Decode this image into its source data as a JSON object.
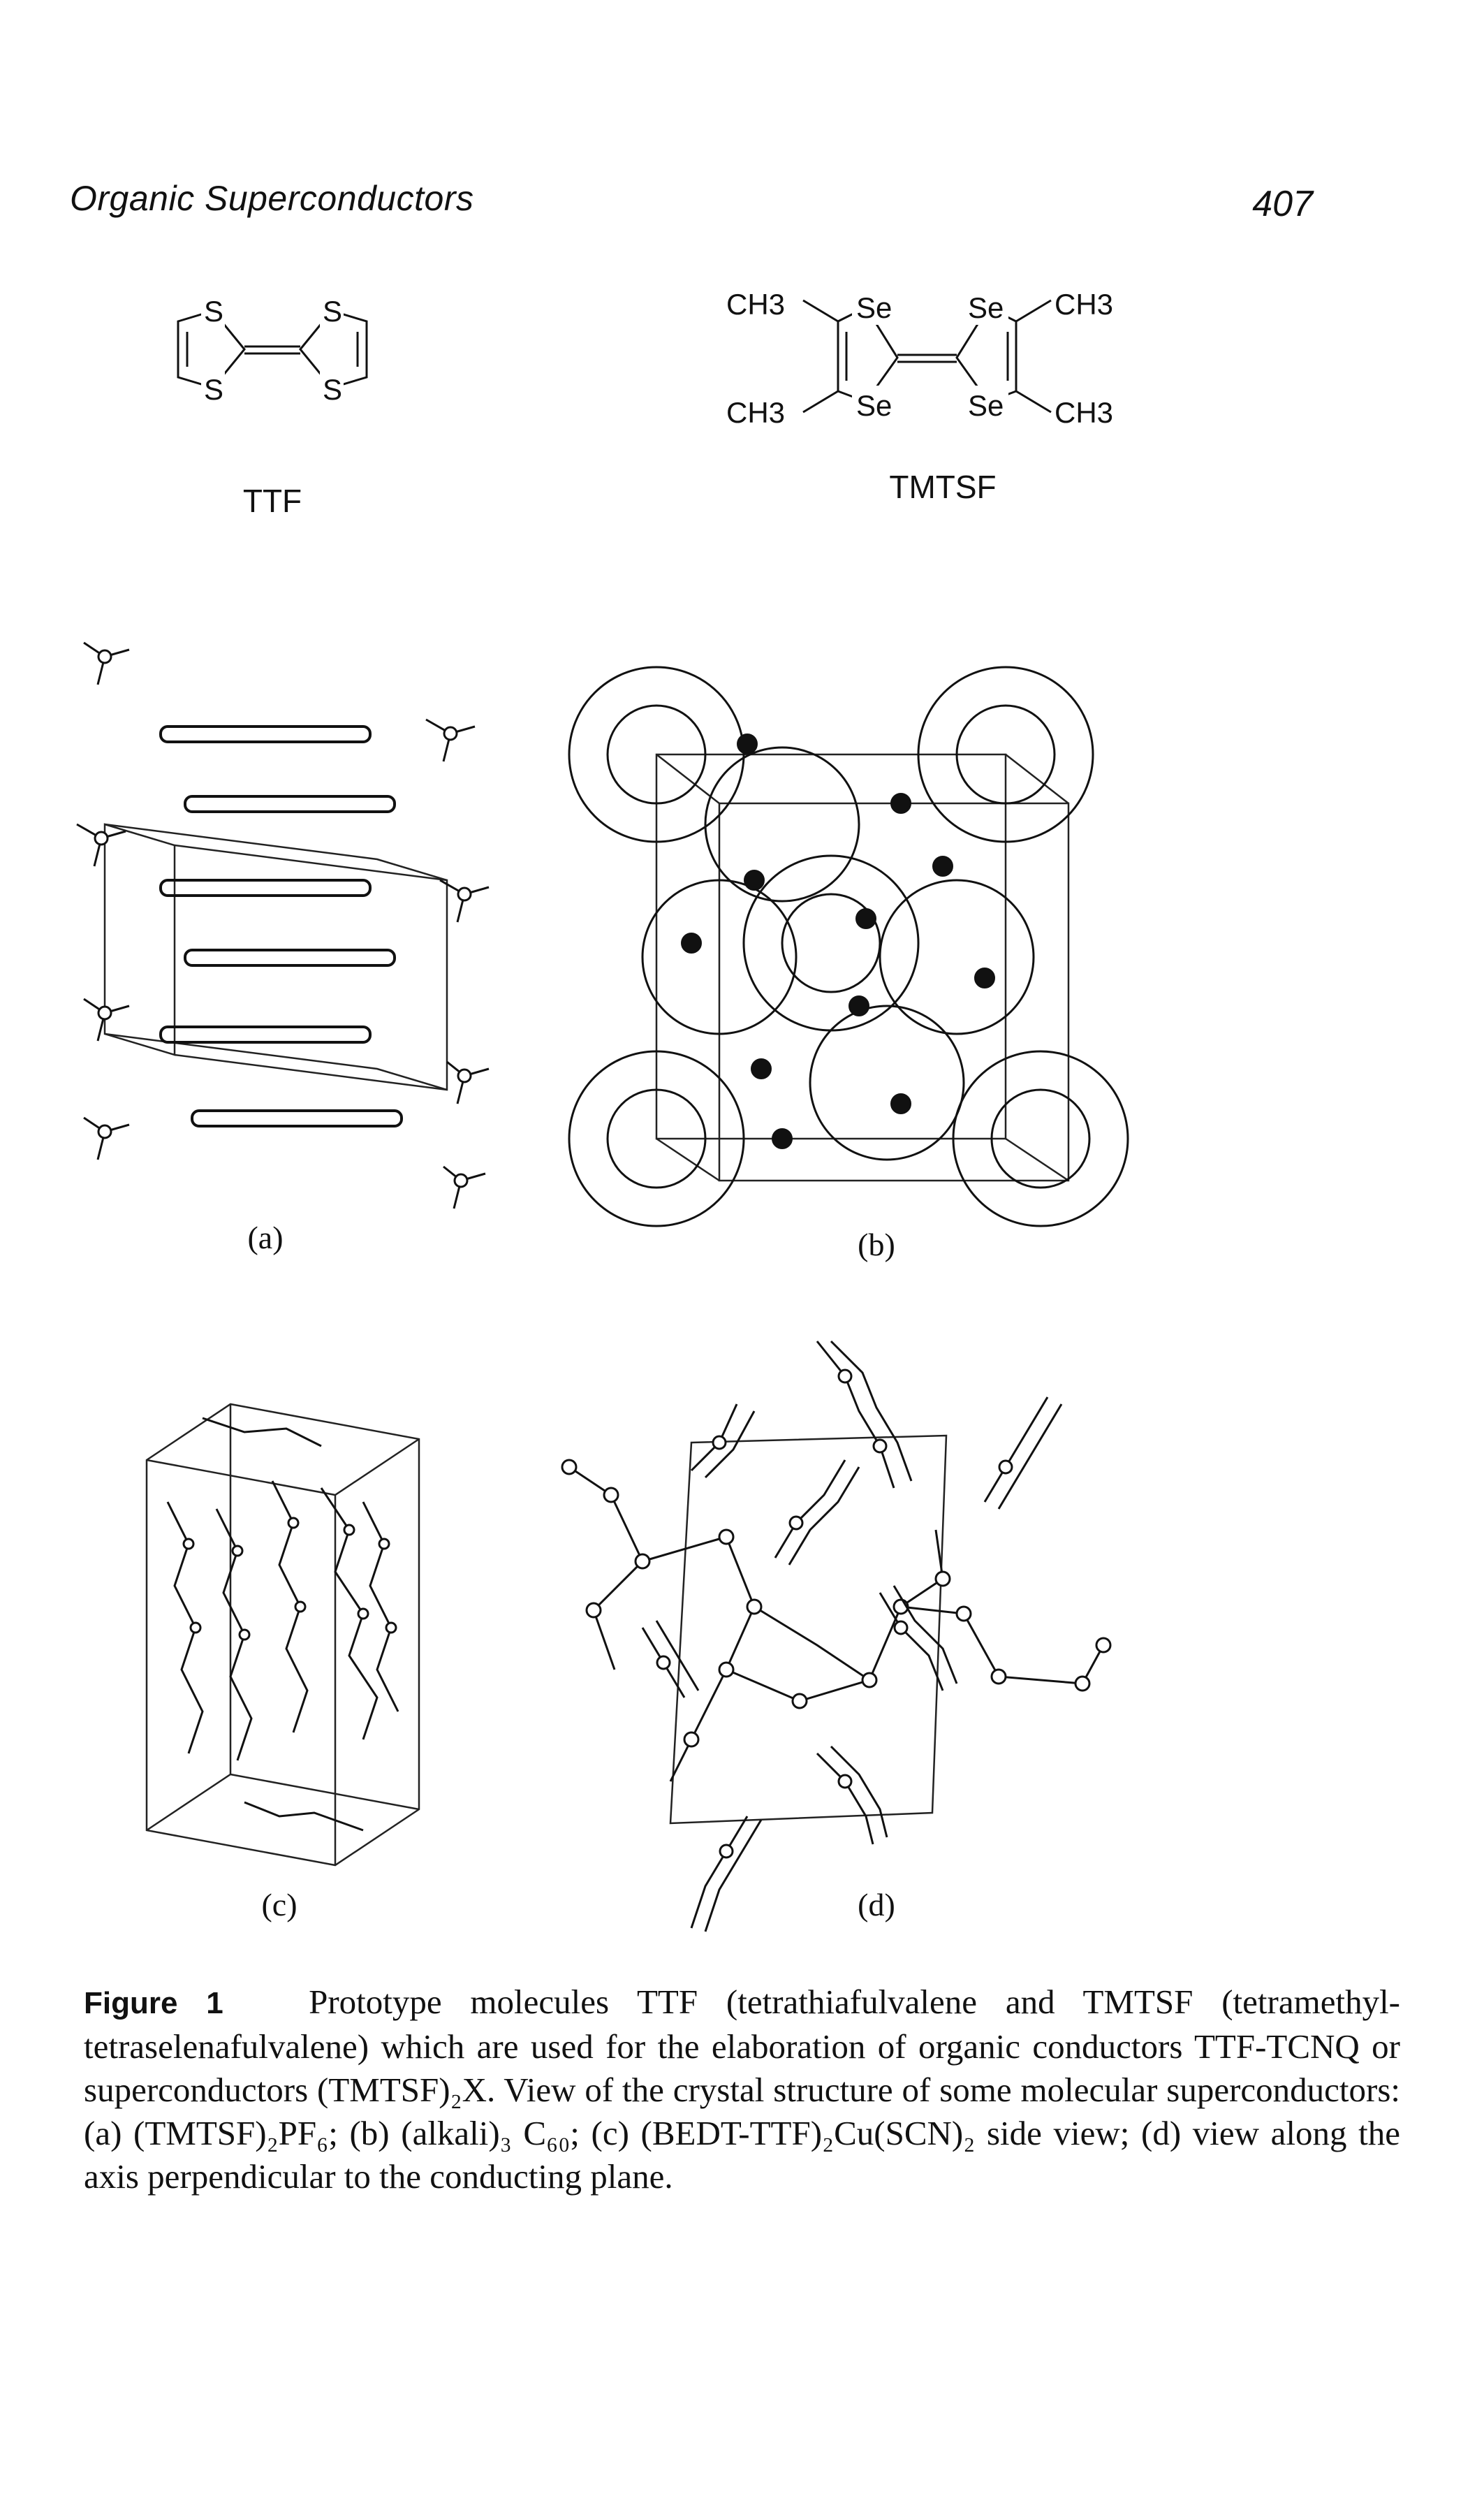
{
  "header": {
    "running_title": "Organic Superconductors",
    "page_number": "407"
  },
  "molecules": {
    "ttf": {
      "label": "TTF",
      "atoms": [
        "S",
        "S",
        "S",
        "S"
      ]
    },
    "tmtsf": {
      "label": "TMTSF",
      "atoms": [
        "CH3",
        "Se",
        "Se",
        "CH3",
        "CH3",
        "Se",
        "Se",
        "CH3"
      ]
    }
  },
  "panels": {
    "a": "(a)",
    "b": "(b)",
    "c": "(c)",
    "d": "(d)"
  },
  "caption": {
    "label": "Figure 1",
    "text": "Prototype molecules TTF (tetrathiafulvalene and TMTSF (tetramethyl-tetraselenafulvalene) which are used for the elaboration of organic conductors TTF-TCNQ or superconductors (TMTSF)₂X. View of the crystal structure of some molecular superconductors: (a) (TMTSF)₂PF₆; (b) (alkali)₃ C₆₀; (c) (BEDT-TTF)₂Cu(SCN)₂ side view; (d) view along the axis perpendicular to the conducting plane."
  }
}
